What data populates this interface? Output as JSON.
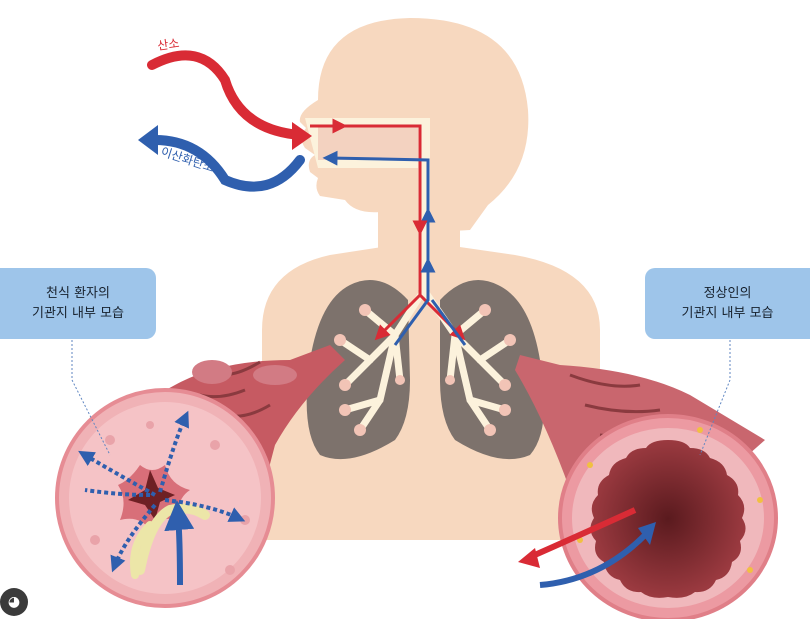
{
  "labels": {
    "oxygen": "산소",
    "co2": "이산화탄소",
    "asthma_line1": "천식 환자의",
    "asthma_line2": "기관지 내부 모습",
    "normal_line1": "정상인의",
    "normal_line2": "기관지 내부 모습"
  },
  "colors": {
    "skin": "#f7d8bf",
    "airway": "#fcf2dc",
    "lung": "#7d726c",
    "oxygen_arrow": "#d92b35",
    "co2_arrow": "#2f5fae",
    "label_bg": "#9ec5ea",
    "bronchus_outer": "#d96b74",
    "bronchus_inner": "#8a2a2f"
  },
  "icons": {
    "corner": "lens-icon"
  }
}
